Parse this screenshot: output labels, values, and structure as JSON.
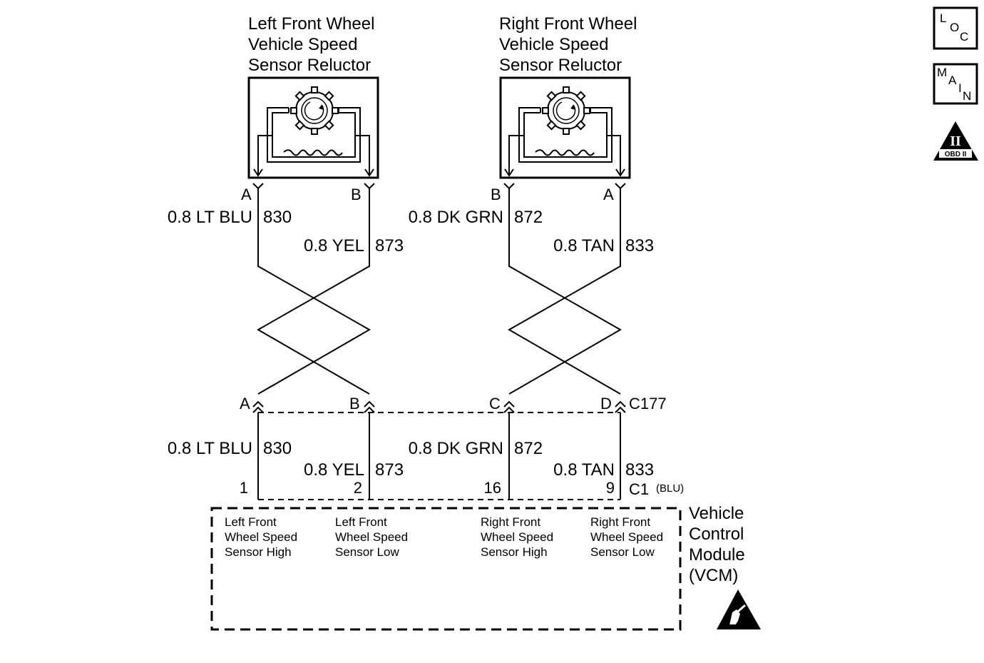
{
  "sensors": {
    "left": {
      "title": [
        "Left Front Wheel",
        "Vehicle Speed",
        "Sensor Reluctor"
      ],
      "pin_a": "A",
      "pin_b": "B"
    },
    "right": {
      "title": [
        "Right Front Wheel",
        "Vehicle Speed",
        "Sensor Reluctor"
      ],
      "pin_b": "B",
      "pin_a": "A"
    }
  },
  "upper_wires": [
    {
      "gauge_color": "0.8 LT BLU",
      "circuit": "830"
    },
    {
      "gauge_color": "0.8 YEL",
      "circuit": "873"
    },
    {
      "gauge_color": "0.8 DK GRN",
      "circuit": "872"
    },
    {
      "gauge_color": "0.8 TAN",
      "circuit": "833"
    }
  ],
  "connector_c177": {
    "name": "C177",
    "pins": [
      "A",
      "B",
      "C",
      "D"
    ]
  },
  "lower_wires": [
    {
      "gauge_color": "0.8 LT BLU",
      "circuit": "830"
    },
    {
      "gauge_color": "0.8 YEL",
      "circuit": "873"
    },
    {
      "gauge_color": "0.8 DK GRN",
      "circuit": "872"
    },
    {
      "gauge_color": "0.8 TAN",
      "circuit": "833"
    }
  ],
  "connector_c1": {
    "name": "C1",
    "color_note": "(BLU)",
    "pins": [
      "1",
      "2",
      "16",
      "9"
    ]
  },
  "vcm": {
    "title": [
      "Vehicle",
      "Control",
      "Module",
      "(VCM)"
    ],
    "inputs": [
      [
        "Left Front",
        "Wheel Speed",
        "Sensor High"
      ],
      [
        "Left Front",
        "Wheel Speed",
        "Sensor Low"
      ],
      [
        "Right Front",
        "Wheel Speed",
        "Sensor High"
      ],
      [
        "Right Front",
        "Wheel Speed",
        "Sensor Low"
      ]
    ]
  },
  "side_icons": {
    "loc": [
      "L",
      "O",
      "C"
    ],
    "main": [
      "M",
      "A",
      "I",
      "N"
    ],
    "obd": {
      "roman": "II",
      "label": "OBD II"
    }
  },
  "esd_icon": "esd-sensitive-icon"
}
